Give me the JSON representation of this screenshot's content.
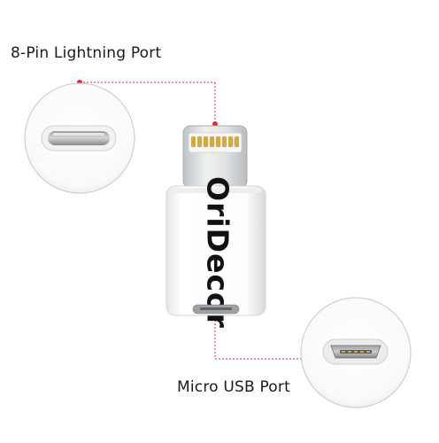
{
  "labels": {
    "lightning_port": "8-Pin Lightning Port",
    "micro_usb_port": "Micro USB Port"
  },
  "product": {
    "brand_text": "OriDecor",
    "lightning_pins": 8,
    "micro_usb_pins": 5
  },
  "colors": {
    "callout_dot": "#e8262e",
    "callout_line": "#e8262e",
    "adapter_body": "#fbfbfb",
    "brand_text": "#111111",
    "connector_metal": "#d9dbdd",
    "pin_gold": "#d8a93a"
  }
}
